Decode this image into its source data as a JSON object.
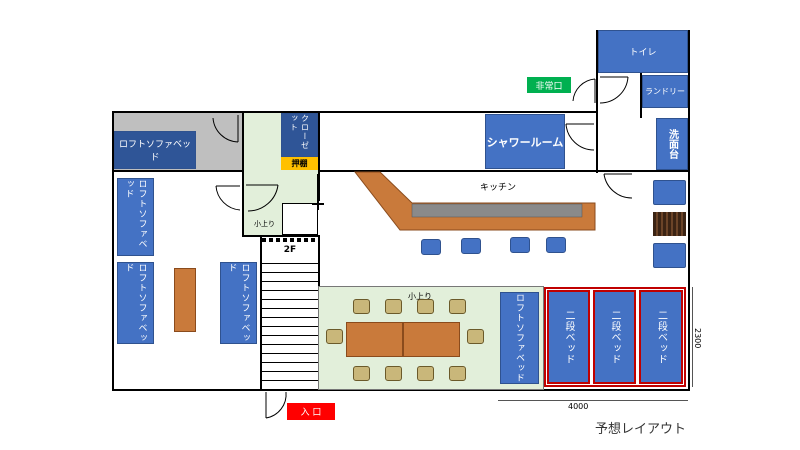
{
  "colors": {
    "blue": "#4472c4",
    "green": "#e2efda",
    "gray": "#bfbfbf",
    "wood": "#c97a3b",
    "bunk_border": "#c00000",
    "exit_green": "#00b050",
    "entrance_red": "#ff0000",
    "navy": "#1f3864"
  },
  "labels": {
    "toilet": "トイレ",
    "laundry": "ランドリー",
    "washbasin": "洗面台",
    "emergency_exit": "非常口",
    "shower": "シャワールーム",
    "kitchen": "キッチン",
    "closet": "クローゼット",
    "shelf": "押棚",
    "step_up": "小上り",
    "step_up_2": "小上り",
    "floor_2f": "2F",
    "loft_sofa_bed": "ロフトソファベッド",
    "bunk_bed": "二段ベッド",
    "entrance": "入 口",
    "dim_width": "4000",
    "dim_height": "2300",
    "caption": "予想レイアウト"
  },
  "loft_beds": [
    "ロフトソファベッド",
    "ロフトソファベッド",
    "ロフトソファベッド",
    "ロフトソファベッド",
    "ロフトソファベッド"
  ],
  "bunk_beds": [
    "二段ベッド",
    "二段ベッド",
    "二段ベッド"
  ],
  "icons": [
    "stool-icon",
    "chair-icon",
    "sofa-icon",
    "door-swing-icon",
    "stair-icon"
  ]
}
